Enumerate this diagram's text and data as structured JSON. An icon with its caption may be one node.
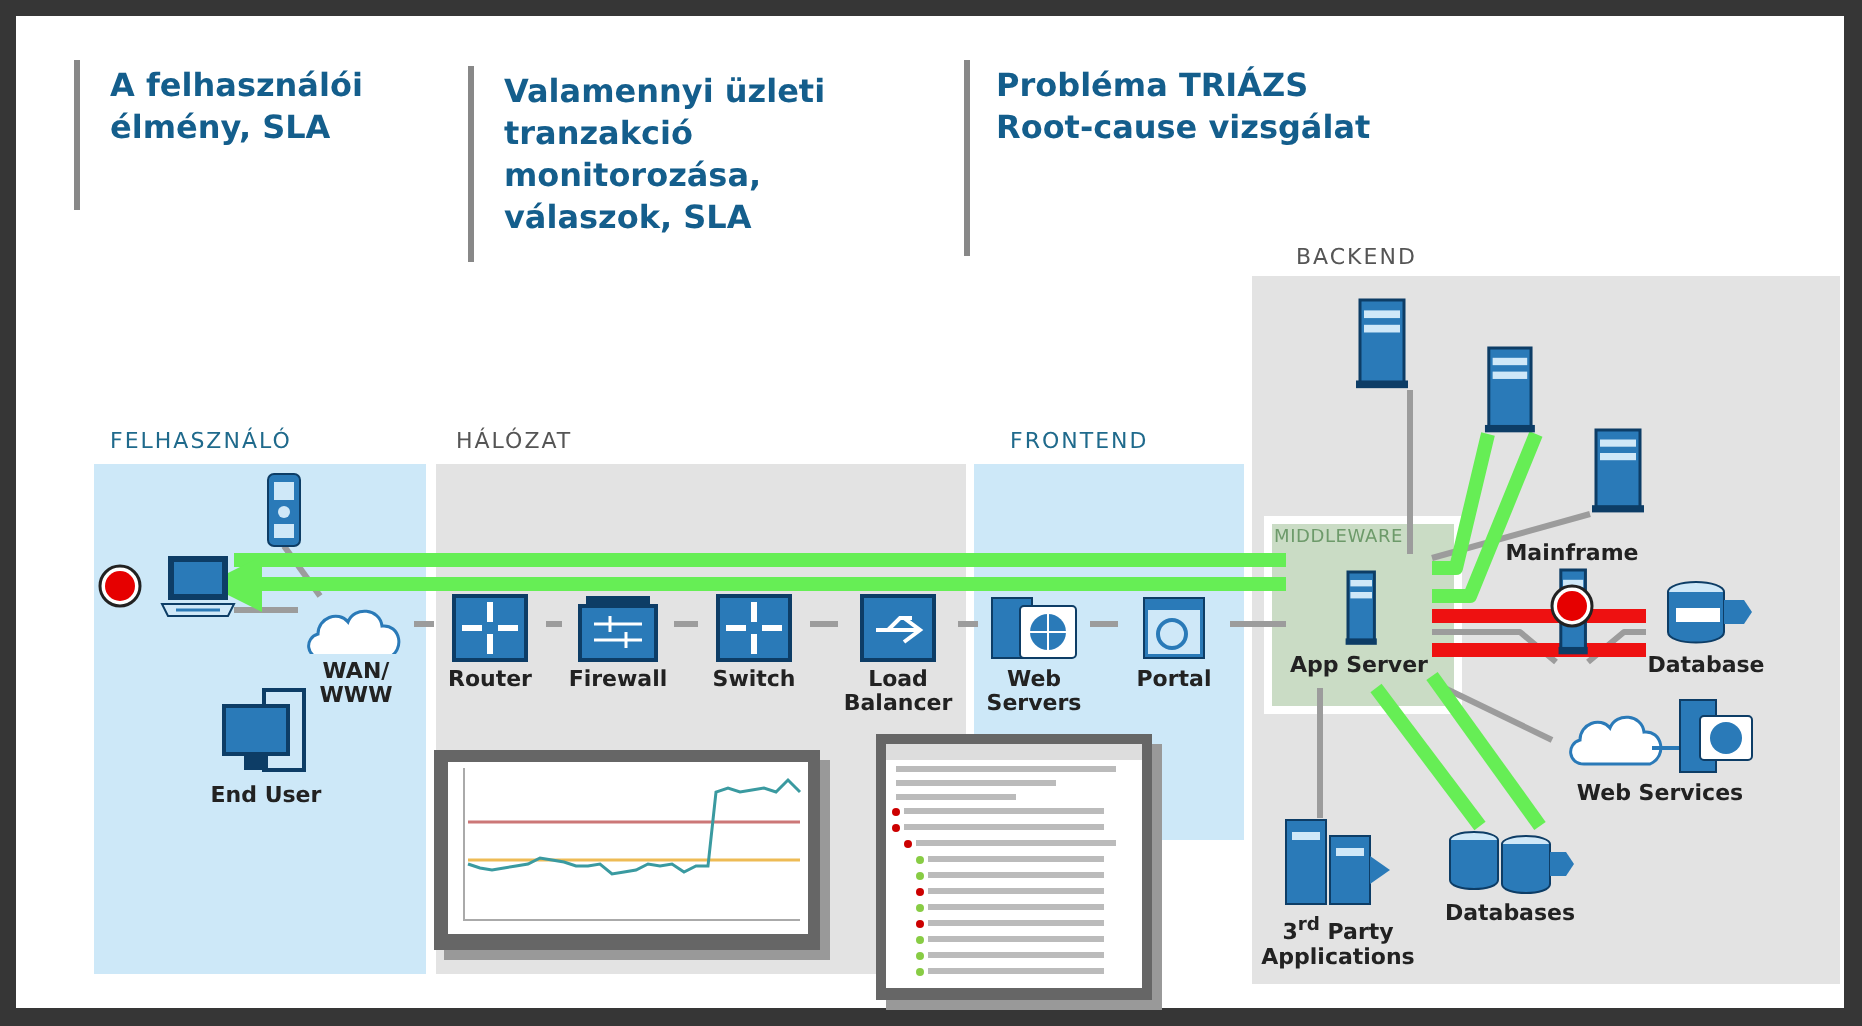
{
  "diagram": {
    "nodes": [
      {
        "text": [
          "FELHASZNÁLÓ"
        ]
      },
      {
        "text": [
          "HÁLÓZAT"
        ]
      },
      {
        "text": [
          "FRONTEND"
        ]
      },
      {
        "text": [
          "BACKEND"
        ]
      },
      {
        "text": [
          "MIDDLEWARE"
        ],
        "in": 3
      },
      {
        "text": [],
        "shape": "picture",
        "in": 0
      },
      {
        "text": [],
        "shape": "picture",
        "in": 0
      },
      {
        "text": [
          "End User"
        ],
        "in": 0
      },
      {
        "text": [
          "WAN/ WWW"
        ],
        "in": 0
      },
      {
        "text": [
          "Router"
        ],
        "in": 1
      },
      {
        "text": [
          "Firewall"
        ],
        "in": 1
      },
      {
        "text": [
          "Switch"
        ],
        "in": 1
      },
      {
        "text": [
          "Load Balancer"
        ],
        "in": 1
      },
      {
        "text": [
          "Web Servers"
        ],
        "in": 2
      },
      {
        "text": [
          "Portal"
        ],
        "in": 2
      },
      {
        "text": [
          "App Server"
        ],
        "in": 4
      },
      {
        "text": [],
        "shape": "picture",
        "in": 3
      },
      {
        "text": [],
        "shape": "picture",
        "in": 3
      },
      {
        "text": [],
        "shape": "picture",
        "in": 3
      },
      {
        "text": [
          "Mainframe"
        ],
        "in": 3
      },
      {
        "text": [
          "Database"
        ],
        "in": 3
      },
      {
        "text": [
          "Web Services"
        ],
        "in": 3
      },
      {
        "text": [
          "Databases"
        ],
        "in": 3
      },
      {
        "text": [
          "3$^{rd}$ Party Applications"
        ],
        "in": 3
      }
    ],
    "edges": [
      {
        "from": 5,
        "to": 8,
        "arrow": "none"
      },
      {
        "from": 6,
        "to": 8,
        "arrow": "none"
      },
      {
        "from": 8,
        "to": 9,
        "arrow": "none"
      },
      {
        "from": 9,
        "to": 10,
        "arrow": "none"
      },
      {
        "from": 10,
        "to": 11,
        "arrow": "none"
      },
      {
        "from": 11,
        "to": 12,
        "arrow": "none"
      },
      {
        "from": 12,
        "to": 13,
        "arrow": "none"
      },
      {
        "from": 13,
        "to": 14,
        "arrow": "none"
      },
      {
        "from": 14,
        "to": 15,
        "arrow": "none"
      },
      {
        "from": 15,
        "to": 16,
        "arrow": "none"
      },
      {
        "from": 15,
        "to": 18,
        "arrow": "none"
      },
      {
        "from": 15,
        "to": 19,
        "arrow": "none"
      },
      {
        "from": 19,
        "to": 20,
        "arrow": "none"
      },
      {
        "from": 15,
        "to": 21,
        "arrow": "none"
      },
      {
        "from": 15,
        "to": 23,
        "arrow": "none"
      },
      {
        "from": 6,
        "to": 15,
        "arrow": "none",
        "style": "thick",
        "color": "#66ee55"
      },
      {
        "from": 15,
        "to": 6,
        "arrow": "to",
        "style": "thick",
        "color": "#66ee55"
      },
      {
        "from": 15,
        "to": 17,
        "arrow": "none",
        "style": "thick",
        "color": "#66ee55"
      },
      {
        "from": 17,
        "to": 15,
        "arrow": "none",
        "style": "thick",
        "color": "#66ee55"
      },
      {
        "from": 15,
        "to": 22,
        "arrow": "none",
        "style": "thick",
        "color": "#66ee55"
      },
      {
        "from": 22,
        "to": 15,
        "arrow": "none",
        "style": "thick",
        "color": "#66ee55"
      },
      {
        "from": 15,
        "to": 20,
        "arrow": "none",
        "style": "thick",
        "color": "#ee1111"
      },
      {
        "from": 20,
        "to": 15,
        "arrow": "none",
        "style": "thick",
        "color": "#ee1111"
      }
    ],
    "labels": [
      "A felhasználói élmény, SLA",
      "Valamennyi üzleti tranzakció monitorozása, válaszok, SLA",
      "Probléma TRIÁZS Root-cause vizsgálat"
    ]
  }
}
